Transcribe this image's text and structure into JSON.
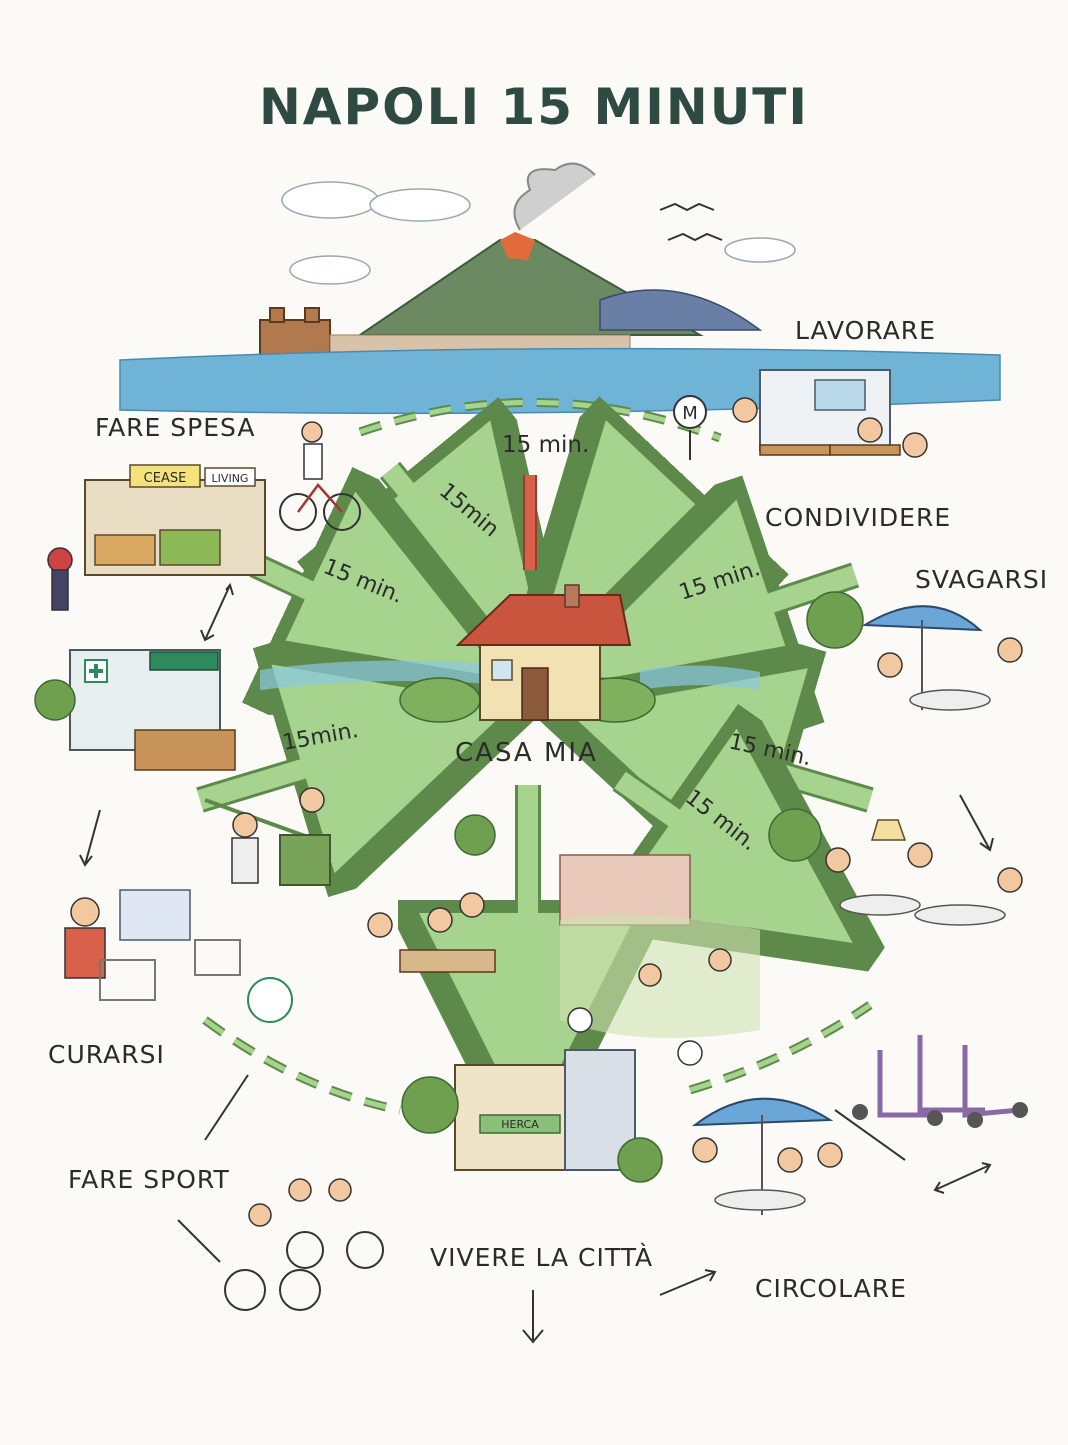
{
  "title": "NAPOLI 15 MINUTI",
  "center": {
    "label": "CASA MIA"
  },
  "activities": {
    "lavorare": "LAVORARE",
    "condividere": "CONDIVIDERE",
    "svagarsi": "SVAGARSI",
    "fare_spesa": "FARE SPESA",
    "curarsi": "CURARSI",
    "fare_sport": "FARE SPORT",
    "vivere_la_citta": "VIVERE LA CITTÀ",
    "circolare": "CIRCOLARE"
  },
  "arrow_labels": {
    "top": "15 min.",
    "upper_left": "15min",
    "upper_right": "15 min.",
    "left_top": "15 min.",
    "left_bottom": "15min.",
    "right_middle": "15 min.",
    "right_lower": "15 min."
  },
  "signs": {
    "shop_sign": "CEASE",
    "shop_sign_2": "LIVING",
    "market_sign": "HERCA",
    "metro": "M"
  },
  "colors": {
    "title": "#2f4a42",
    "arrow_green": "#a6d38d",
    "arrow_outline": "#5d8a4a",
    "arrow_red": "#d9604a",
    "sea": "#6fb3d6",
    "roof": "#c9553f"
  }
}
